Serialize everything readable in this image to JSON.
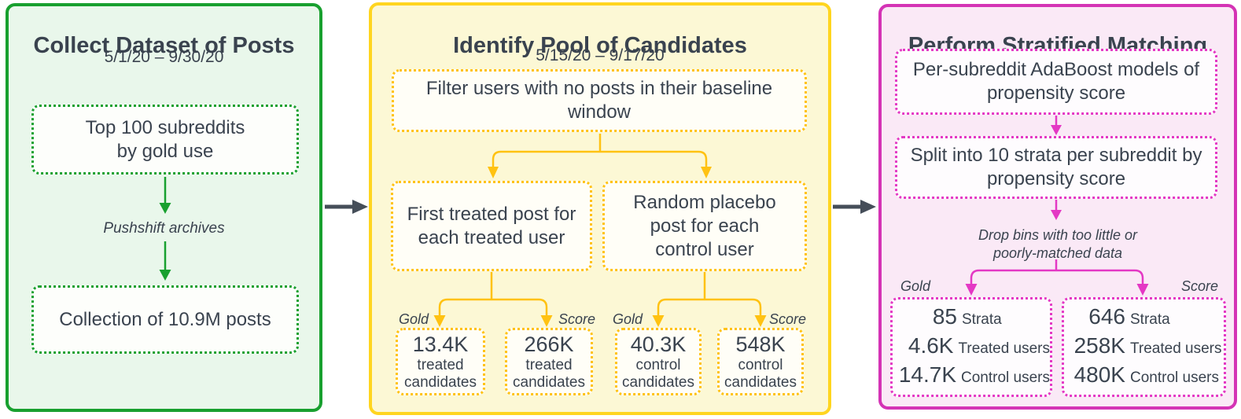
{
  "colors": {
    "text": "#3a434f",
    "green_border": "#18a02f",
    "green_bg": "#e9f7eb",
    "yellow_border": "#ffd51f",
    "yellow_accent": "#ffc212",
    "yellow_bg": "#fcf8d5",
    "pink_border": "#d433b5",
    "pink_accent": "#e438c4",
    "pink_bg": "#fae9f6",
    "flow_arrow": "#454e59"
  },
  "panels": {
    "collect": {
      "title": "Collect Dataset of Posts",
      "dates": "5/1/20 – 9/30/20",
      "box_top_lines": [
        "Top 100 subreddits",
        "by gold use"
      ],
      "arrow_label": "Pushshift archives",
      "box_bottom": "Collection of 10.9M posts"
    },
    "identify": {
      "title": "Identify Pool of Candidates",
      "dates": "5/15/20 – 9/17/20",
      "filter_lines": [
        "Filter users with no posts in their baseline",
        "window"
      ],
      "treated_lines": [
        "First treated post for",
        "each treated user"
      ],
      "control_lines": [
        "Random placebo",
        "post for each",
        "control user"
      ],
      "outcomes": [
        {
          "tag": "Gold",
          "value": "13.4K",
          "noun1": "treated",
          "noun2": "candidates"
        },
        {
          "tag": "Score",
          "value": "266K",
          "noun1": "treated",
          "noun2": "candidates"
        },
        {
          "tag": "Gold",
          "value": "40.3K",
          "noun1": "control",
          "noun2": "candidates"
        },
        {
          "tag": "Score",
          "value": "548K",
          "noun1": "control",
          "noun2": "candidates"
        }
      ]
    },
    "match": {
      "title": "Perform Stratified Matching",
      "box_a_lines": [
        "Per-subreddit AdaBoost models of",
        "propensity score"
      ],
      "box_b_lines": [
        "Split into 10 strata per subreddit by",
        "propensity score"
      ],
      "note_lines": [
        "Drop bins with too little or",
        "poorly-matched data"
      ],
      "gold_tag": "Gold",
      "score_tag": "Score",
      "gold_stats": [
        {
          "value": "85",
          "label": "Strata"
        },
        {
          "value": "4.6K",
          "label": "Treated users"
        },
        {
          "value": "14.7K",
          "label": "Control users"
        }
      ],
      "score_stats": [
        {
          "value": "646",
          "label": "Strata"
        },
        {
          "value": "258K",
          "label": "Treated users"
        },
        {
          "value": "480K",
          "label": "Control users"
        }
      ]
    }
  }
}
